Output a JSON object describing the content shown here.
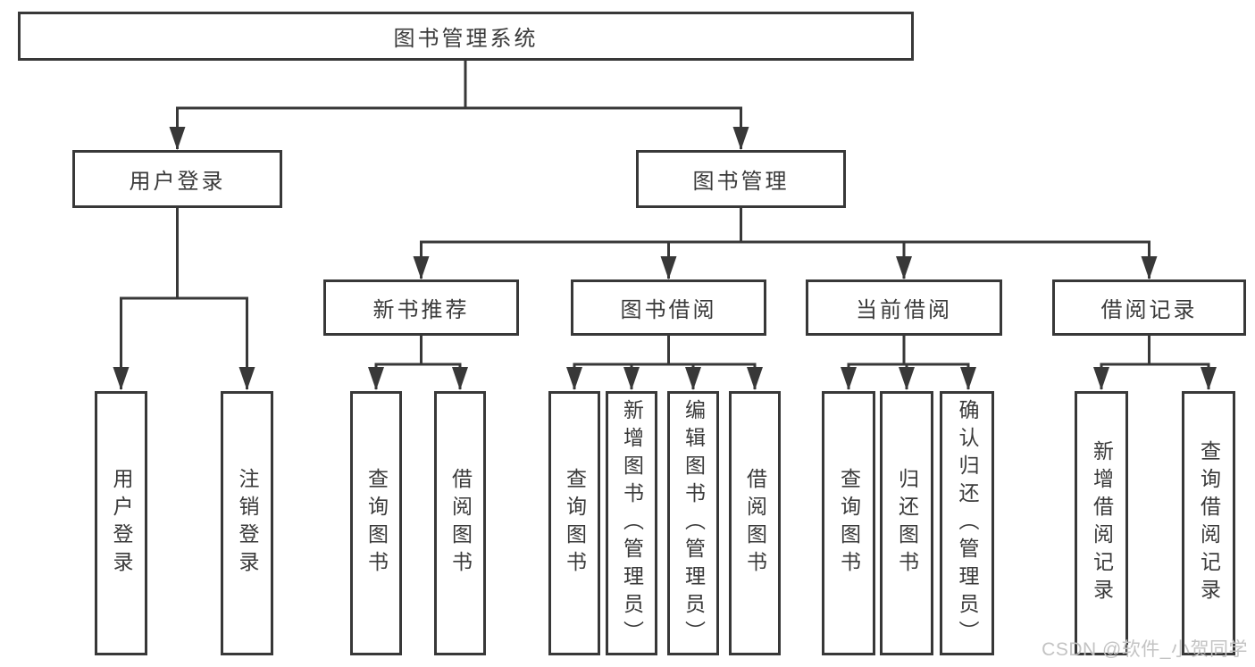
{
  "tree": {
    "label": "图书管理系统",
    "children": [
      {
        "label": "用户登录",
        "children": [
          {
            "label": "用户登录"
          },
          {
            "label": "注销登录"
          }
        ]
      },
      {
        "label": "图书管理",
        "children": [
          {
            "label": "新书推荐",
            "children": [
              {
                "label": "查询图书"
              },
              {
                "label": "借阅图书"
              }
            ]
          },
          {
            "label": "图书借阅",
            "children": [
              {
                "label": "查询图书"
              },
              {
                "label": "新增图书（管理员）"
              },
              {
                "label": "编辑图书（管理员）"
              },
              {
                "label": "借阅图书"
              }
            ]
          },
          {
            "label": "当前借阅",
            "children": [
              {
                "label": "查询图书"
              },
              {
                "label": "归还图书"
              },
              {
                "label": "确认归还（管理员）"
              }
            ]
          },
          {
            "label": "借阅记录",
            "children": [
              {
                "label": "新增借阅记录"
              },
              {
                "label": "查询借阅记录"
              }
            ]
          }
        ]
      }
    ]
  },
  "watermark": {
    "text": "CSDN @软件_小贺同学"
  },
  "colors": {
    "line": "#383838",
    "box_border": "#383838",
    "text": "#3a3a3a",
    "background": "#ffffff",
    "watermark": "#c3c3c3"
  }
}
